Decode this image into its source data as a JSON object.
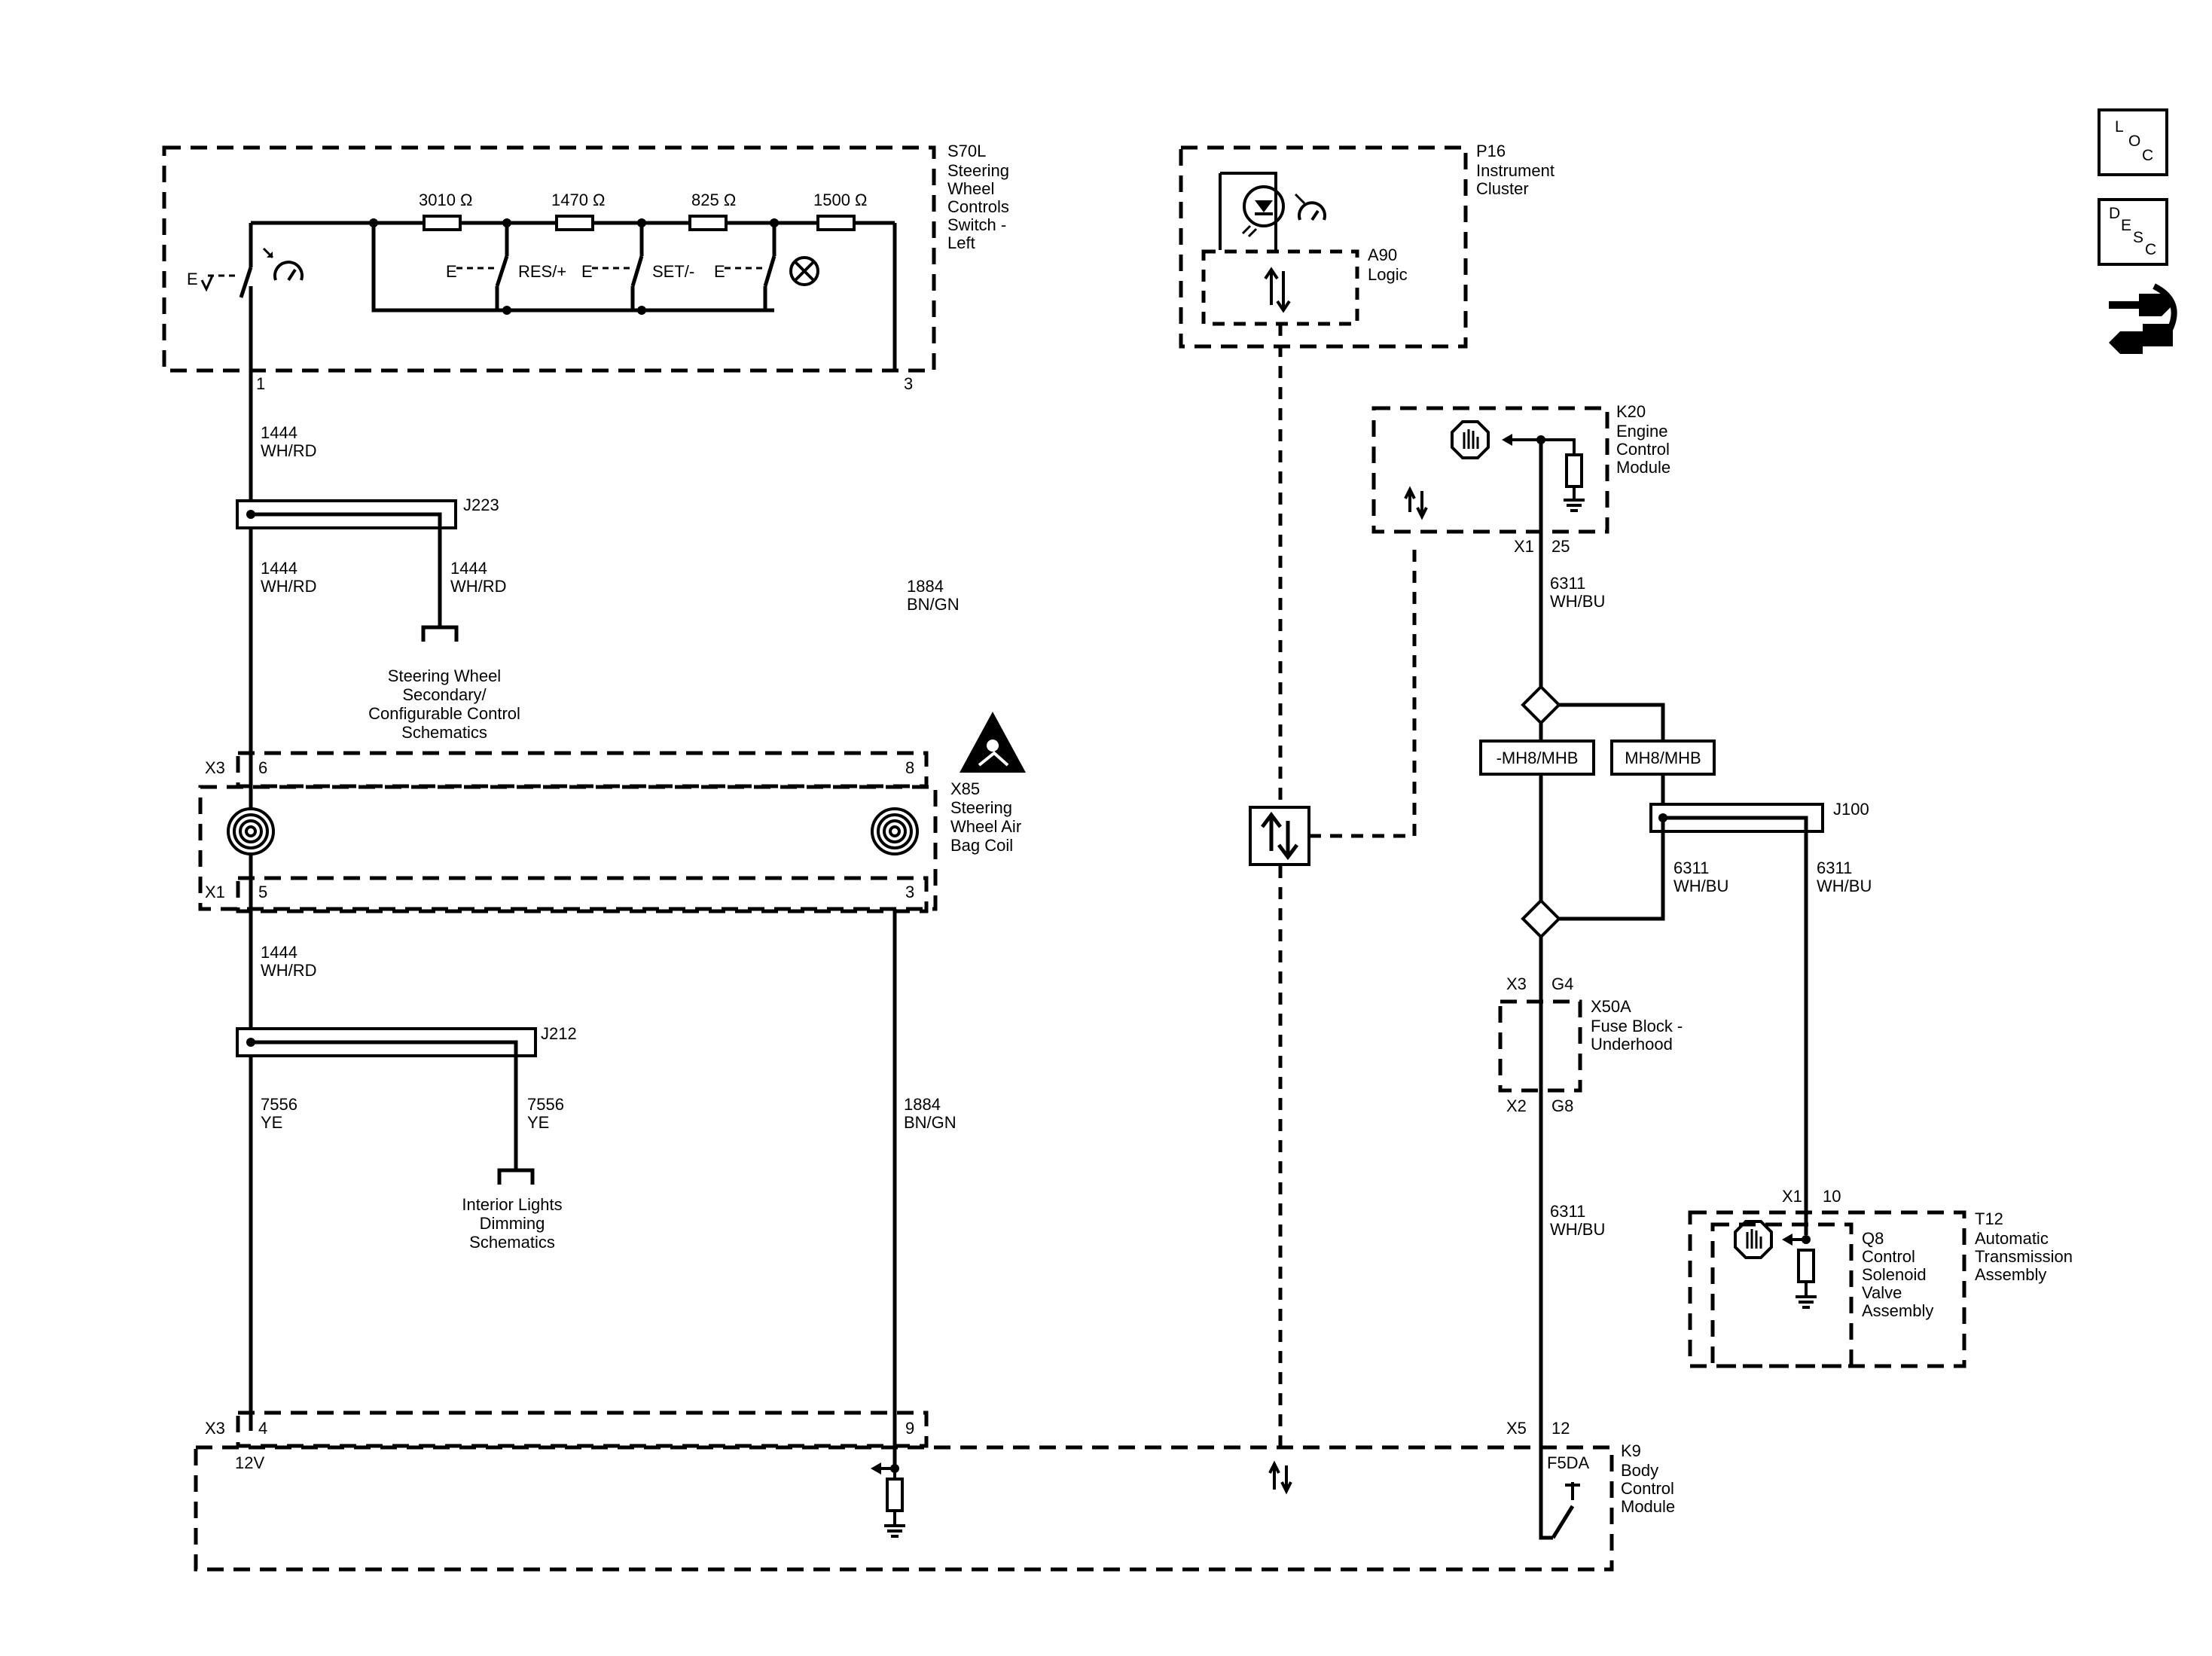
{
  "nav_icons": {
    "loc": [
      "L",
      "O",
      "C"
    ],
    "desc": [
      "D",
      "E",
      "S",
      "C"
    ]
  },
  "s70l": {
    "id": "S70L",
    "name_lines": [
      "Steering",
      "Wheel",
      "Controls",
      "Switch -",
      "Left"
    ],
    "resistors": [
      "3010 Ω",
      "1470 Ω",
      "825 Ω",
      "1500 Ω"
    ],
    "switch_labels": [
      "RES/+",
      "SET/-"
    ],
    "ev_label": "E",
    "e_labels": [
      "E",
      "E",
      "E"
    ],
    "pins": {
      "left": "1",
      "right": "3"
    }
  },
  "wires": {
    "w1444a": [
      "1444",
      "WH/RD"
    ],
    "w1444b": [
      "1444",
      "WH/RD"
    ],
    "w1444c": [
      "1444",
      "WH/RD"
    ],
    "w1444d": [
      "1444",
      "WH/RD"
    ],
    "w1884a": [
      "1884",
      "BN/GN"
    ],
    "w1884b": [
      "1884",
      "BN/GN"
    ],
    "w7556a": [
      "7556",
      "YE"
    ],
    "w7556b": [
      "7556",
      "YE"
    ],
    "w6311a": [
      "6311",
      "WH/BU"
    ],
    "w6311b": [
      "6311",
      "WH/BU"
    ],
    "w6311c": [
      "6311",
      "WH/BU"
    ],
    "w6311d": [
      "6311",
      "WH/BU"
    ]
  },
  "j223": {
    "id": "J223",
    "ref_lines": [
      "Steering Wheel",
      "Secondary/",
      "Configurable Control",
      "Schematics"
    ]
  },
  "j212": {
    "id": "J212",
    "ref_lines": [
      "Interior Lights",
      "Dimming",
      "Schematics"
    ]
  },
  "x85": {
    "id": "X85",
    "name_lines": [
      "Steering",
      "Wheel Air",
      "Bag Coil"
    ],
    "top_conn": "X3",
    "bot_conn": "X1",
    "pins": {
      "tl": "6",
      "tr": "8",
      "bl": "5",
      "br": "3"
    }
  },
  "p16": {
    "id": "P16",
    "name_lines": [
      "Instrument",
      "Cluster"
    ]
  },
  "a90": {
    "id": "A90",
    "name_lines": [
      "Logic"
    ]
  },
  "k20": {
    "id": "K20",
    "name_lines": [
      "Engine",
      "Control",
      "Module"
    ],
    "conn": "X1",
    "pin": "25"
  },
  "options": {
    "left": "-MH8/MHB",
    "right": "MH8/MHB"
  },
  "j100": {
    "id": "J100"
  },
  "x50a": {
    "id": "X50A",
    "name_lines": [
      "Fuse Block -",
      "Underhood"
    ],
    "top_conn": "X3",
    "top_pin": "G4",
    "bot_conn": "X2",
    "bot_pin": "G8"
  },
  "t12": {
    "id": "T12",
    "name_lines": [
      "Automatic",
      "Transmission",
      "Assembly"
    ],
    "conn": "X1",
    "pin": "10"
  },
  "q8": {
    "id": "Q8",
    "name_lines": [
      "Control",
      "Solenoid",
      "Valve",
      "Assembly"
    ]
  },
  "k9": {
    "id": "K9",
    "name_lines": [
      "Body",
      "Control",
      "Module"
    ],
    "conn_left": "X3",
    "pin_a": "4",
    "pin_b": "9",
    "conn_right": "X5",
    "pin_c": "12",
    "voltage": "12V",
    "fuse": "F5DA"
  }
}
